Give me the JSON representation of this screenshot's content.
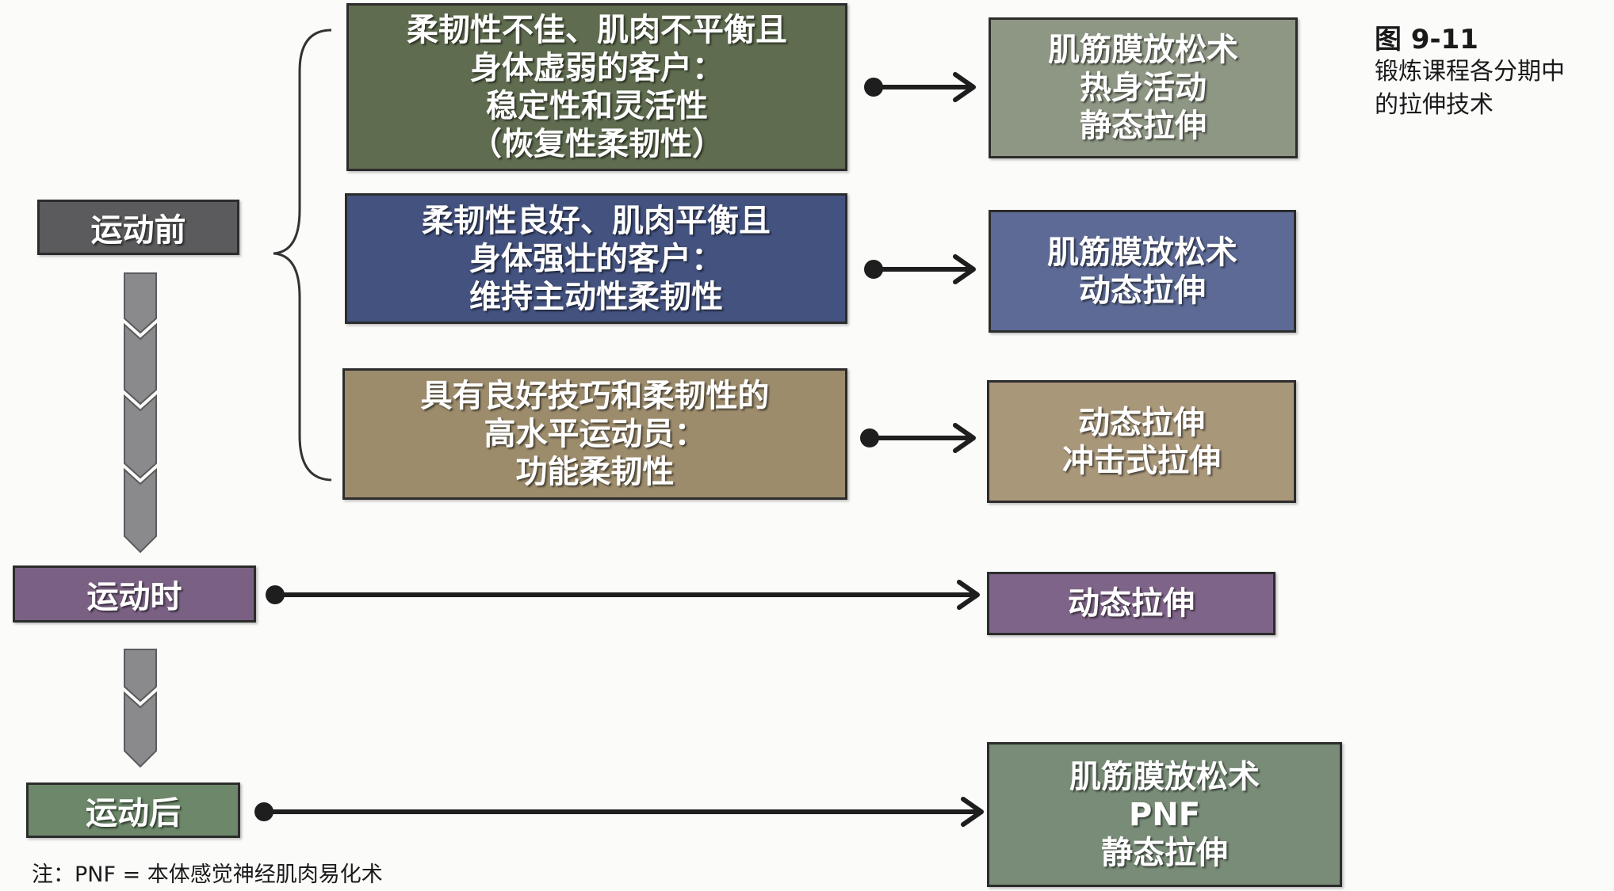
{
  "figure": {
    "title": "图 9-11",
    "caption_lines": [
      "锻炼课程各分期中",
      "的拉伸技术"
    ]
  },
  "stages": {
    "before": "运动前",
    "during": "运动时",
    "after": "运动后"
  },
  "categories": [
    {
      "lines": [
        "柔韧性不佳、肌肉不平衡且",
        "身体虚弱的客户：",
        "稳定性和灵活性",
        "（恢复性柔韧性）"
      ],
      "color": "#5f6c4f"
    },
    {
      "lines": [
        "柔韧性良好、肌肉平衡且",
        "身体强壮的客户：",
        "维持主动性柔韧性"
      ],
      "color": "#43527f"
    },
    {
      "lines": [
        "具有良好技巧和柔韧性的",
        "高水平运动员：",
        "功能柔韧性"
      ],
      "color": "#9c8c6c"
    }
  ],
  "techniques": [
    {
      "lines": [
        "肌筋膜放松术",
        "热身活动",
        "静态拉伸"
      ],
      "color": "#8e9784"
    },
    {
      "lines": [
        "肌筋膜放松术",
        "动态拉伸"
      ],
      "color": "#5c6a95"
    },
    {
      "lines": [
        "动态拉伸",
        "冲击式拉伸"
      ],
      "color": "#a9977a"
    },
    {
      "lines": [
        "动态拉伸"
      ],
      "color": "#7e6488"
    },
    {
      "lines": [
        "肌筋膜放松术",
        "PNF",
        "静态拉伸"
      ],
      "color": "#788c77"
    }
  ],
  "stage_colors": {
    "before": "#5b5b5d",
    "during": "#7a6184",
    "after": "#6c8769"
  },
  "footnote": "注：PNF = 本体感觉神经肌肉易化术"
}
